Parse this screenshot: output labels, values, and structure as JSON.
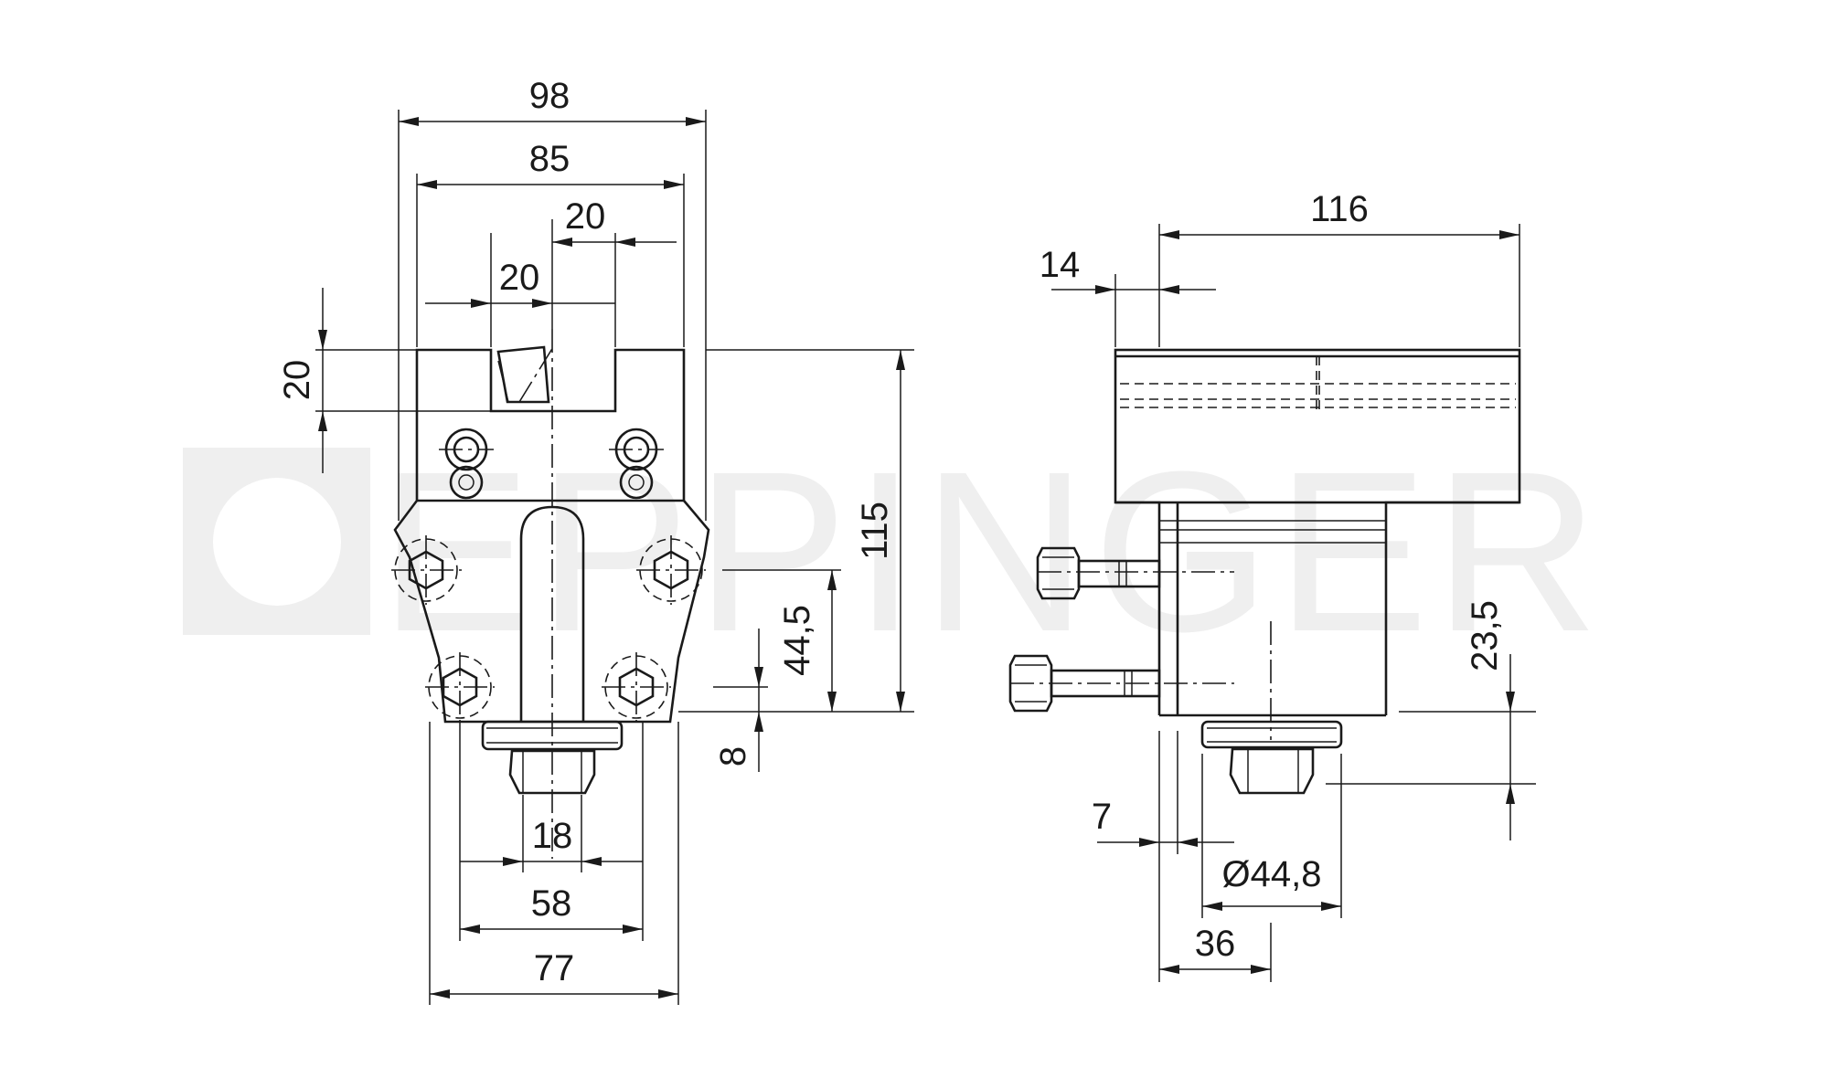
{
  "watermark": {
    "brand": "EPPINGER"
  },
  "front_view": {
    "dimensions": {
      "overall_width": "98",
      "body_width": "85",
      "slot_right": "20",
      "slot_left": "20",
      "slot_height": "20",
      "height": "115",
      "mid_height": "44,5",
      "base_offset": "8",
      "spigot_width": "18",
      "bolt_spacing": "58",
      "base_width": "77"
    }
  },
  "side_view": {
    "dimensions": {
      "overall_length": "116",
      "flange_offset": "14",
      "spigot_offset": "23,5",
      "wall_offset": "7",
      "spigot_diameter": "Ø44,8",
      "spigot_position": "36"
    }
  }
}
